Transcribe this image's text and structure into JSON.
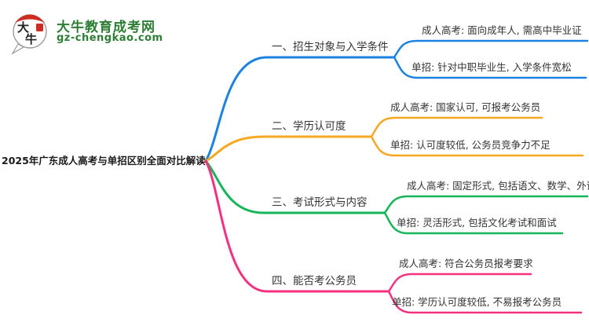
{
  "logo": {
    "bubble_char1": "大",
    "bubble_char2": "牛",
    "site_name": "大牛教育成考网",
    "site_domain": "gz-chengkao.com",
    "brand_green": "#2d7d35",
    "brand_red": "#d02b20"
  },
  "root": {
    "title": "2025年广东成人高考与单招区别全面对比解读"
  },
  "branches": [
    {
      "label": "一、招生对象与入学条件",
      "color": "#1b82e2",
      "leaves": [
        "成人高考: 面向成年人, 需高中毕业证",
        "单招: 针对中职毕业生, 入学条件宽松"
      ]
    },
    {
      "label": "二、学历认可度",
      "color": "#f7a823",
      "leaves": [
        "成人高考: 国家认可, 可报考公务员",
        "单招: 认可度较低, 公务员竞争力不足"
      ]
    },
    {
      "label": "三、考试形式与内容",
      "color": "#16b559",
      "leaves": [
        "成人高考: 固定形式, 包括语文、数学、外语",
        "单招: 灵活形式, 包括文化考试和面试"
      ]
    },
    {
      "label": "四、能否考公务员",
      "color": "#f5317f",
      "leaves": [
        "成人高考: 符合公务员报考要求",
        "单招: 学历认可度较低, 不易报考公务员"
      ]
    }
  ]
}
